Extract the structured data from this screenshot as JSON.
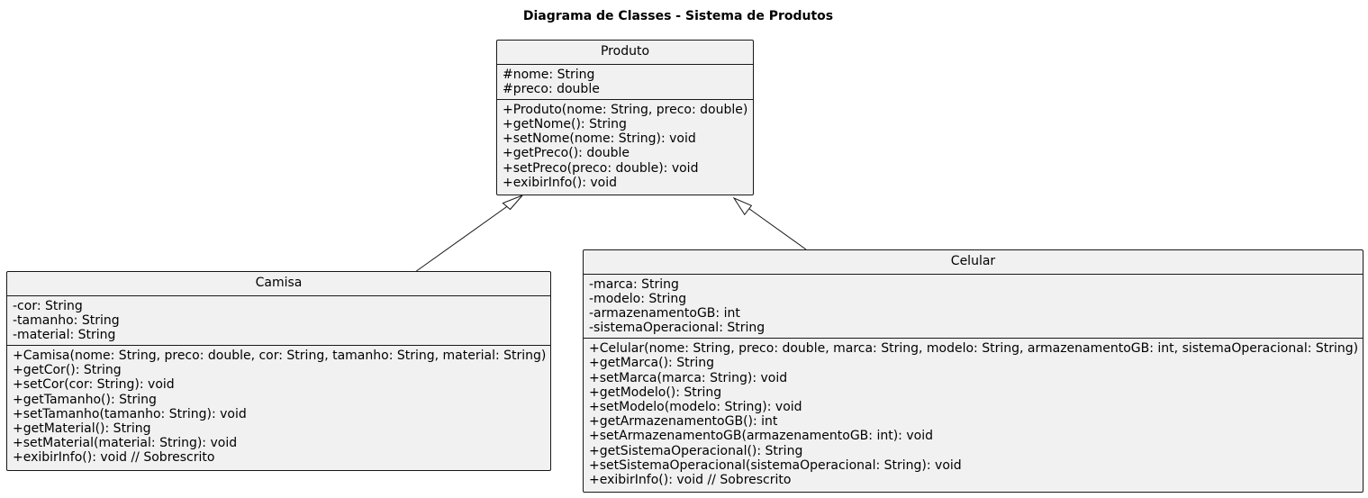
{
  "diagram": {
    "title": "Diagrama de Classes - Sistema de Produtos"
  },
  "classes": {
    "produto": {
      "name": "Produto",
      "attributes": [
        "#nome: String",
        "#preco: double"
      ],
      "methods": [
        "+Produto(nome: String, preco: double)",
        "+getNome(): String",
        "+setNome(nome: String): void",
        "+getPreco(): double",
        "+setPreco(preco: double): void",
        "+exibirInfo(): void"
      ]
    },
    "camisa": {
      "name": "Camisa",
      "attributes": [
        "-cor: String",
        "-tamanho: String",
        "-material: String"
      ],
      "methods": [
        "+Camisa(nome: String, preco: double, cor: String, tamanho: String, material: String)",
        "+getCor(): String",
        "+setCor(cor: String): void",
        "+getTamanho(): String",
        "+setTamanho(tamanho: String): void",
        "+getMaterial(): String",
        "+setMaterial(material: String): void",
        "+exibirInfo(): void  // Sobrescrito"
      ]
    },
    "celular": {
      "name": "Celular",
      "attributes": [
        "-marca: String",
        "-modelo: String",
        "-armazenamentoGB: int",
        "-sistemaOperacional: String"
      ],
      "methods": [
        "+Celular(nome: String, preco: double, marca: String, modelo: String, armazenamentoGB: int, sistemaOperacional: String)",
        "+getMarca(): String",
        "+setMarca(marca: String): void",
        "+getModelo(): String",
        "+setModelo(modelo: String): void",
        "+getArmazenamentoGB(): int",
        "+setArmazenamentoGB(armazenamentoGB: int): void",
        "+getSistemaOperacional(): String",
        "+setSistemaOperacional(sistemaOperacional: String): void",
        "+exibirInfo(): void  // Sobrescrito"
      ]
    }
  },
  "relations": [
    {
      "type": "inheritance",
      "from": "Camisa",
      "to": "Produto"
    },
    {
      "type": "inheritance",
      "from": "Celular",
      "to": "Produto"
    }
  ],
  "colors": {
    "class_fill": "#f1f1f1",
    "border": "#181818",
    "background": "#ffffff"
  }
}
